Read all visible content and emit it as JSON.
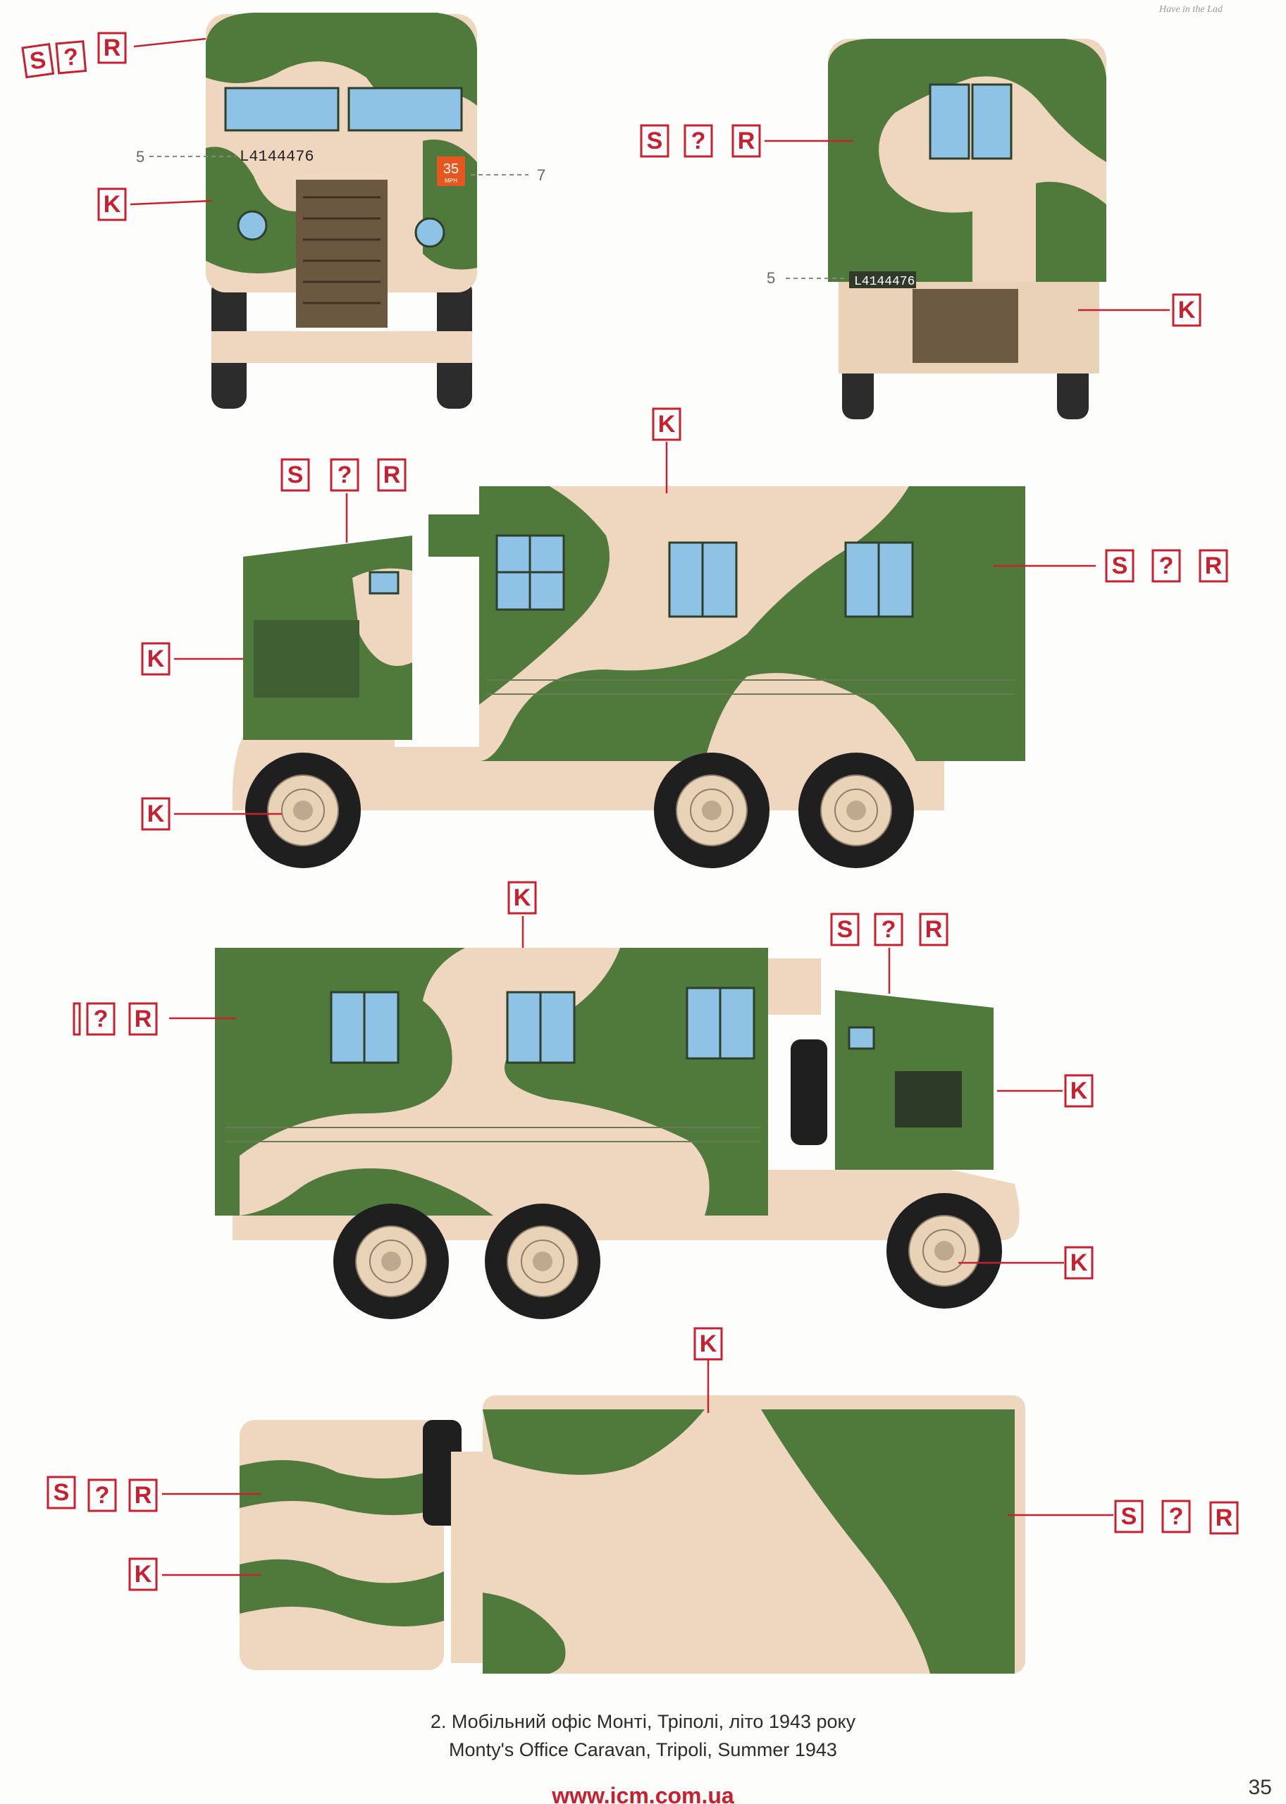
{
  "header": {
    "signature": "Have in the Lad"
  },
  "markings": {
    "front_plate": "L4144476",
    "rear_plate": "L4144476",
    "bridge_sign": "35",
    "bridge_sign_sub": "MPH"
  },
  "callouts": {
    "n5": "5",
    "n7": "7"
  },
  "badges": {
    "s": "S",
    "q": "?",
    "r": "R",
    "k": "K"
  },
  "caption": {
    "ukrainian": "2. Мобільний офіс Монті, Тріполі, літо 1943 року",
    "english": "Monty's Office Caravan, Tripoli, Summer 1943",
    "url": "www.icm.com.ua"
  },
  "page_number": "35",
  "colors": {
    "green": "#4f7a3c",
    "sand": "#efd7bf",
    "badge_red": "#c8202f",
    "glass": "#8fc3e6"
  }
}
